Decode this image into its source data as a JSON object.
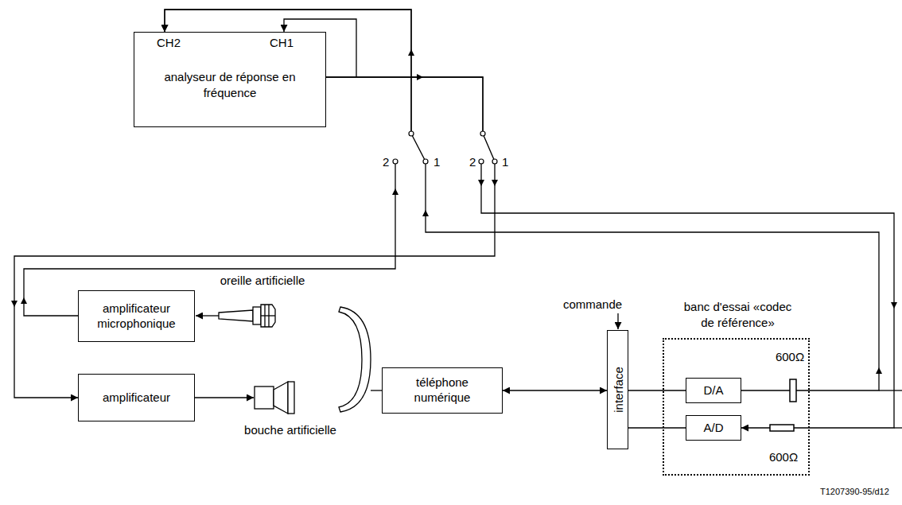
{
  "diagram": {
    "nodes": [
      {
        "text": [
          "CH2",
          "CH1",
          "analyseur de réponse en fréquence"
        ]
      },
      {
        "text": [
          "amplificateur microphonique"
        ]
      },
      {
        "text": [
          "amplificateur"
        ]
      },
      {
        "text": [
          "téléphone numérique"
        ]
      },
      {
        "text": [
          "interface"
        ]
      },
      {
        "text": [
          "banc d'essai «codec de référence»"
        ]
      },
      {
        "text": [
          "D/A"
        ],
        "in": 5
      },
      {
        "text": [
          "A/D"
        ],
        "in": 5
      }
    ],
    "edges": [
      {
        "from": 0,
        "to": 2,
        "arrow": "to"
      },
      {
        "from": 1,
        "to": 0,
        "arrow": "to"
      },
      {
        "from": 6,
        "to": 0,
        "arrow": "to"
      },
      {
        "from": 0,
        "to": 7,
        "arrow": "to"
      },
      {
        "from": 3,
        "to": 4,
        "arrow": "both"
      },
      {
        "from": 4,
        "to": 6,
        "arrow": "none"
      },
      {
        "from": 4,
        "to": 7,
        "arrow": "none"
      }
    ],
    "labels": [
      "2",
      "1",
      "2",
      "1",
      "oreille artificielle",
      "bouche artificielle",
      "commande",
      "600Ω",
      "600Ω",
      "T1207390-95/d12"
    ]
  }
}
